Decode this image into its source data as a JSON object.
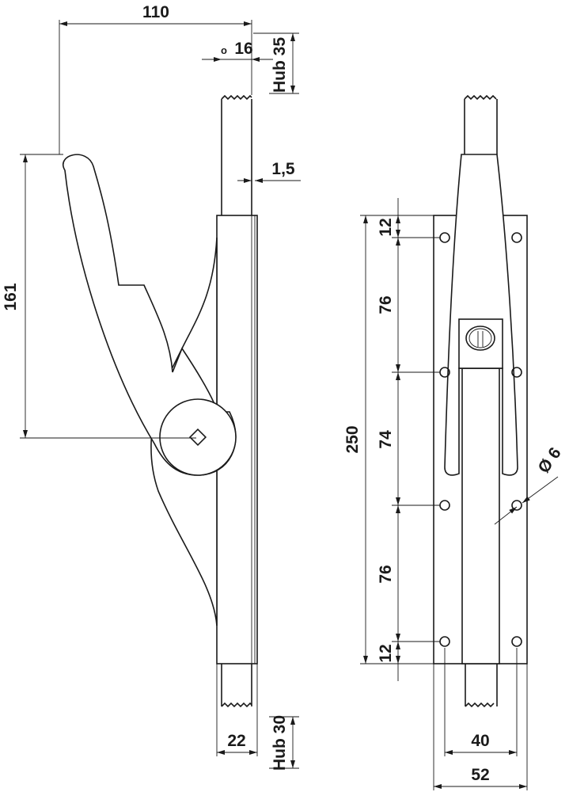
{
  "side_view": {
    "dim_width_total": "110",
    "dim_offset": "o",
    "dim_rod": "16",
    "dim_stroke_top": "Hub 35",
    "dim_plate_thickness": "1,5",
    "dim_handle_height": "161",
    "dim_plate_width": "22",
    "dim_stroke_bottom": "Hub 30"
  },
  "front_view": {
    "dim_total_height": "250",
    "hole_spacing": [
      "12",
      "76",
      "74",
      "76",
      "12"
    ],
    "dim_hole_diameter": "Ø 6",
    "dim_hole_width": "40",
    "dim_plate_width": "52"
  },
  "colors": {
    "line": "#1a1a1a",
    "background": "#ffffff"
  }
}
